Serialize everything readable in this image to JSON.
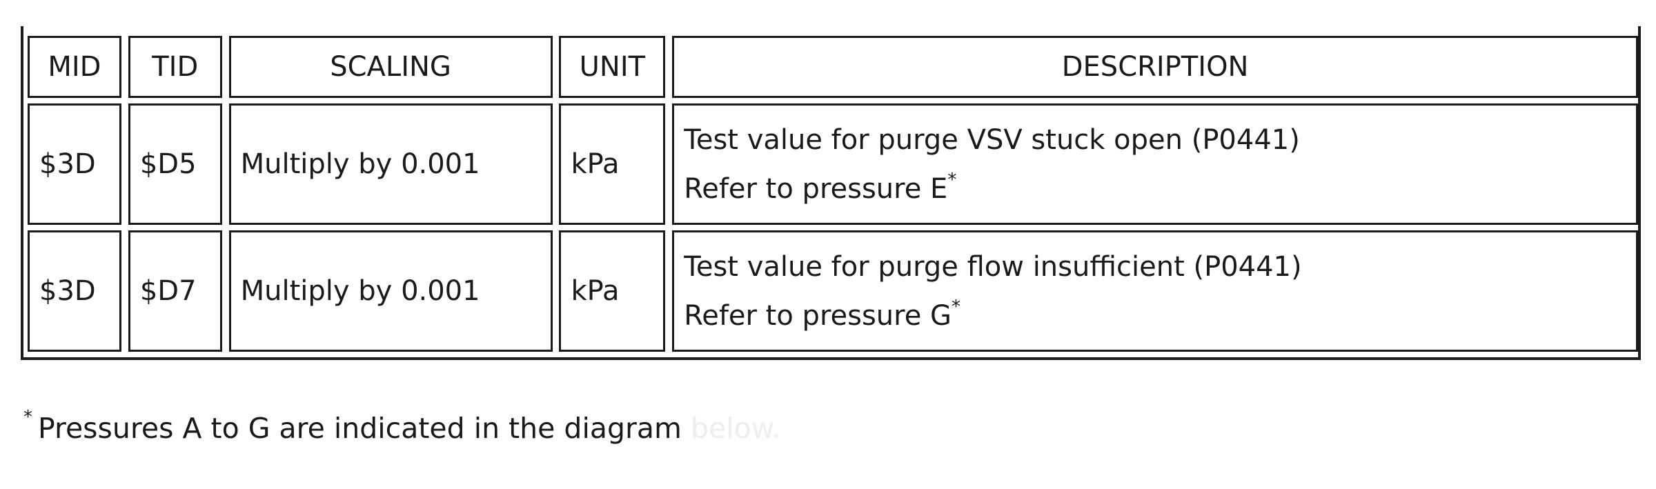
{
  "table": {
    "headers": {
      "mid": "MID",
      "tid": "TID",
      "scaling": "SCALING",
      "unit": "UNIT",
      "description": "DESCRIPTION"
    },
    "rows": [
      {
        "mid": "$3D",
        "tid": "$D5",
        "scaling": "Multiply by 0.001",
        "unit": "kPa",
        "description_line1": "Test value for purge VSV stuck open (P0441)",
        "description_line2": "Refer to pressure E",
        "footnote_mark": "*"
      },
      {
        "mid": "$3D",
        "tid": "$D7",
        "scaling": "Multiply by 0.001",
        "unit": "kPa",
        "description_line1": "Test value for purge flow insufficient (P0441)",
        "description_line2": "Refer to pressure G",
        "footnote_mark": "*"
      }
    ]
  },
  "footnote": {
    "mark": "*",
    "text": "Pressures A to G are indicated in the diagram",
    "faded_text": "below."
  }
}
